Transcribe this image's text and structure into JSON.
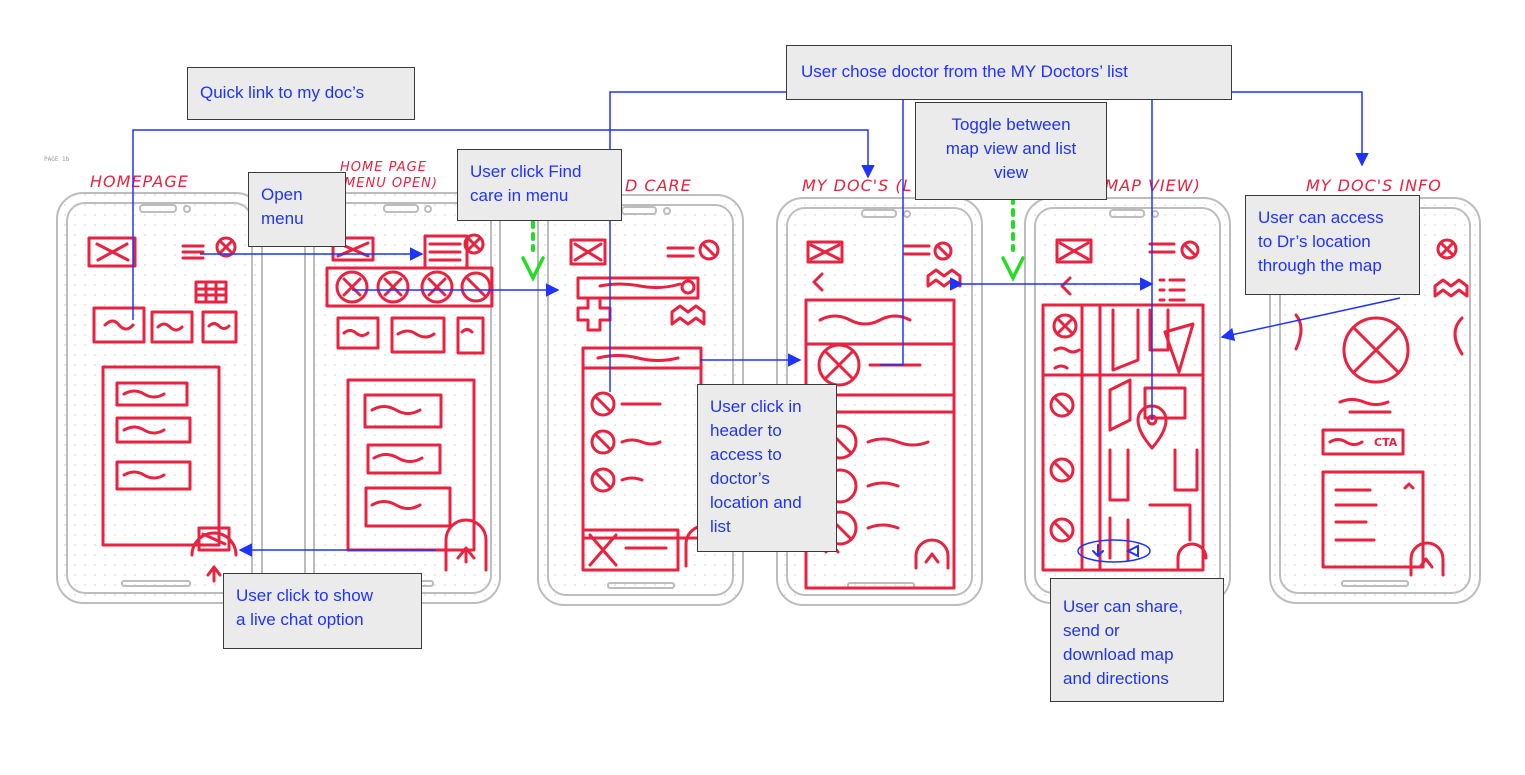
{
  "screens": [
    {
      "title": "HOMEPAGE"
    },
    {
      "title": "HOME PAGE",
      "subtitle": "(MENU OPEN)"
    },
    {
      "title": "D CARE"
    },
    {
      "title": "MY DOC'S (L"
    },
    {
      "title": "S (MAP VIEW)"
    },
    {
      "title": "MY DOC'S INFO"
    }
  ],
  "annotations": {
    "quick_link": "Quick link to my doc’s",
    "open_menu": "Open\nmenu",
    "find_care": "User click Find\ncare in menu",
    "chose_doctor": "User chose doctor from the MY Doctors’ list",
    "toggle_view": "Toggle between\nmap view and list\nview",
    "map_location": "User can access\nto Dr’s location\nthrough the map",
    "header_click": "User click in\nheader to\naccess to\ndoctor’s\nlocation and\nlist",
    "live_chat": "User click to show\na live chat option",
    "share_map": "User can share,\nsend or\ndownload map\nand directions"
  },
  "sketch_text": {
    "cta": "CTA",
    "page_marker": "PAGE 1b"
  },
  "colors": {
    "sketch": "#e8223f",
    "arrow": "#1f33ff",
    "toggle_arrow": "#22dd22",
    "note_bg": "#ebebeb",
    "phone_frame": "#bdbdbd"
  }
}
